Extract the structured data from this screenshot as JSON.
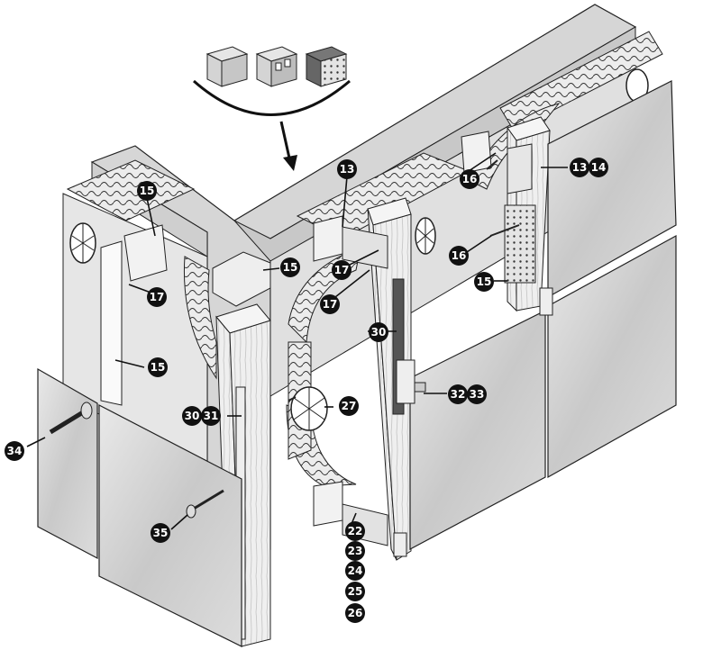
{
  "callouts": [
    {
      "id": "c15a",
      "label": "15"
    },
    {
      "id": "c17a",
      "label": "17"
    },
    {
      "id": "c15b",
      "label": "15"
    },
    {
      "id": "c13",
      "label": "13"
    },
    {
      "id": "c17b",
      "label": "17"
    },
    {
      "id": "c17c",
      "label": "17"
    },
    {
      "id": "c13b",
      "label": "13"
    },
    {
      "id": "c14",
      "label": "14"
    },
    {
      "id": "c16a",
      "label": "16"
    },
    {
      "id": "c16b",
      "label": "16"
    },
    {
      "id": "c15c",
      "label": "15"
    },
    {
      "id": "c30a",
      "label": "30"
    },
    {
      "id": "c15d",
      "label": "15"
    },
    {
      "id": "c30b",
      "label": "30"
    },
    {
      "id": "c31",
      "label": "31"
    },
    {
      "id": "c27",
      "label": "27"
    },
    {
      "id": "c32",
      "label": "32"
    },
    {
      "id": "c33",
      "label": "33"
    },
    {
      "id": "c34",
      "label": "34"
    },
    {
      "id": "c35",
      "label": "35"
    },
    {
      "id": "c22",
      "label": "22"
    },
    {
      "id": "c23",
      "label": "23"
    },
    {
      "id": "c24",
      "label": "24"
    },
    {
      "id": "c25",
      "label": "25"
    },
    {
      "id": "c26",
      "label": "26"
    }
  ]
}
